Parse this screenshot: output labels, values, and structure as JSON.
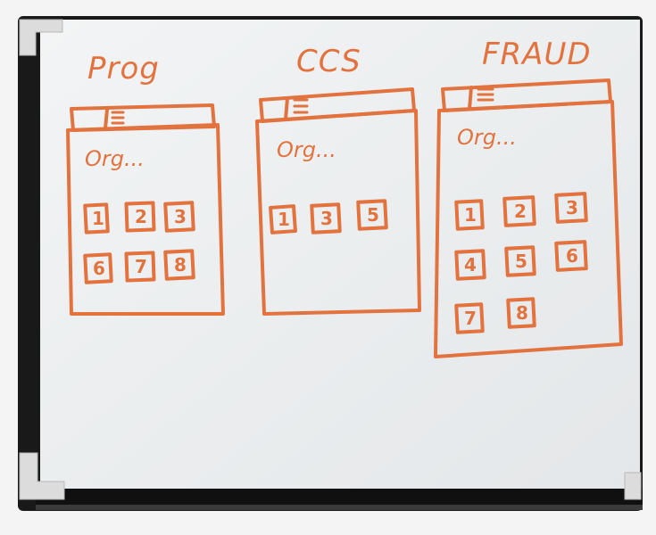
{
  "marker_color": "#e2733f",
  "board": {
    "frame_color": "#1a1a1a",
    "surface_color": "#eef0f1",
    "corner_color": "#d9d9d9"
  },
  "sketches": [
    {
      "title": "Prog",
      "org_text": "Org...",
      "tiles": [
        "1",
        "2",
        "3",
        "6",
        "7",
        "8"
      ]
    },
    {
      "title": "CCS",
      "org_text": "Org...",
      "tiles": [
        "1",
        "3",
        "5"
      ]
    },
    {
      "title": "FRAUD",
      "org_text": "Org...",
      "tiles": [
        "1",
        "2",
        "3",
        "4",
        "5",
        "6",
        "7",
        "8"
      ]
    }
  ]
}
